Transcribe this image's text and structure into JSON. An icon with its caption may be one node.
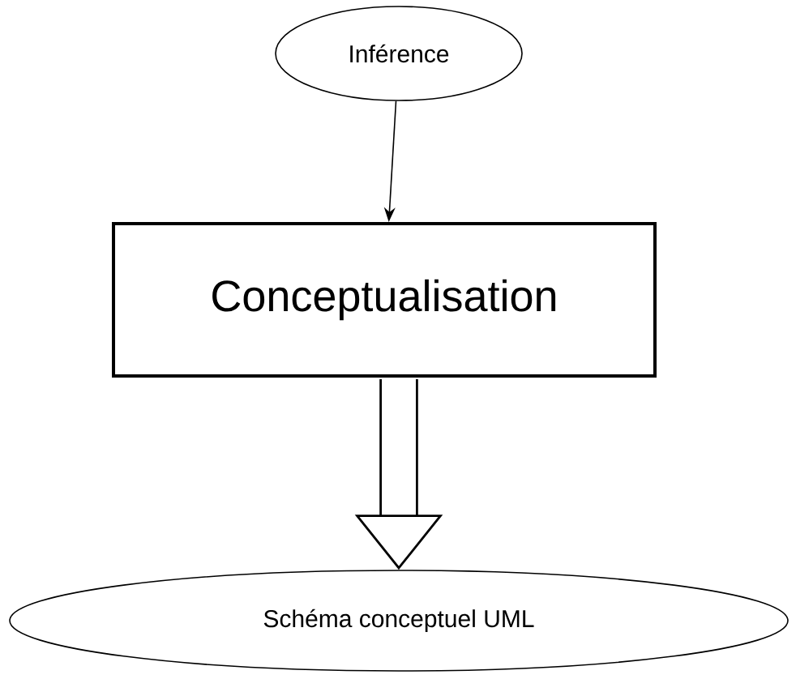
{
  "diagram": {
    "nodes": [
      {
        "text": [
          "Inférence"
        ]
      },
      {
        "text": [
          "Conceptualisation"
        ]
      },
      {
        "text": [
          "Schéma conceptuel UML"
        ]
      }
    ],
    "edges": [
      {
        "from": 0,
        "to": 1,
        "arrow": "to"
      },
      {
        "from": 1,
        "to": 2,
        "arrow": "to",
        "style": "thick"
      }
    ]
  }
}
